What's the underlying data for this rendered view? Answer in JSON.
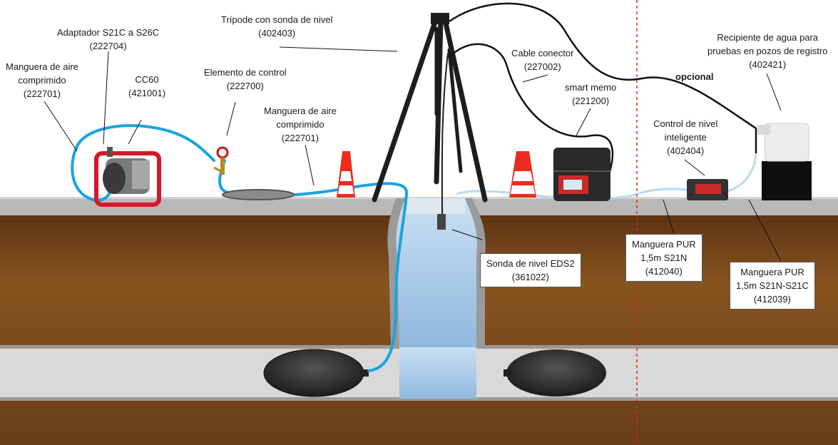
{
  "labels": {
    "air_hose_left": {
      "l1": "Manguera de aire",
      "l2": "comprimido",
      "code": "(222701)"
    },
    "adapter": {
      "l1": "Adaptador S21C a S26C",
      "code": "(222704)"
    },
    "cc60": {
      "l1": "CC60",
      "code": "(421001)"
    },
    "control_element": {
      "l1": "Elemento de control",
      "code": "(222700)"
    },
    "air_hose_mid": {
      "l1": "Manguera de aire",
      "l2": "comprimido",
      "code": "(222701)"
    },
    "tripod": {
      "l1": "Trípode con sonda de nivel",
      "code": "(402403)"
    },
    "cable": {
      "l1": "Cable conector",
      "code": "(227002)"
    },
    "smart_memo": {
      "l1": "smart memo",
      "code": "(221200)"
    },
    "water_container": {
      "l1": "Recipiente de agua para",
      "l2": "pruebas en pozos de registro",
      "code": "(402421)"
    },
    "optional": "opcional",
    "level_control": {
      "l1": "Control de nivel",
      "l2": "inteligente",
      "code": "(402404)"
    },
    "level_probe": {
      "l1": "Sonda de nivel EDS2",
      "code": "(361022)"
    },
    "pur_hose_a": {
      "l1": "Manguera PUR",
      "l2": "1,5m S21N",
      "code": "(412040)"
    },
    "pur_hose_b": {
      "l1": "Manguera PUR",
      "l2": "1,5m S21N-S21C",
      "code": "(412039)"
    }
  },
  "colors": {
    "ground": "#7a4a22",
    "pavement": "#b9b9b9",
    "pipe": "#d8d8d8",
    "water": "#a9c9e6",
    "air_hose": "#1aa3e0",
    "optional_line": "#e02020"
  }
}
